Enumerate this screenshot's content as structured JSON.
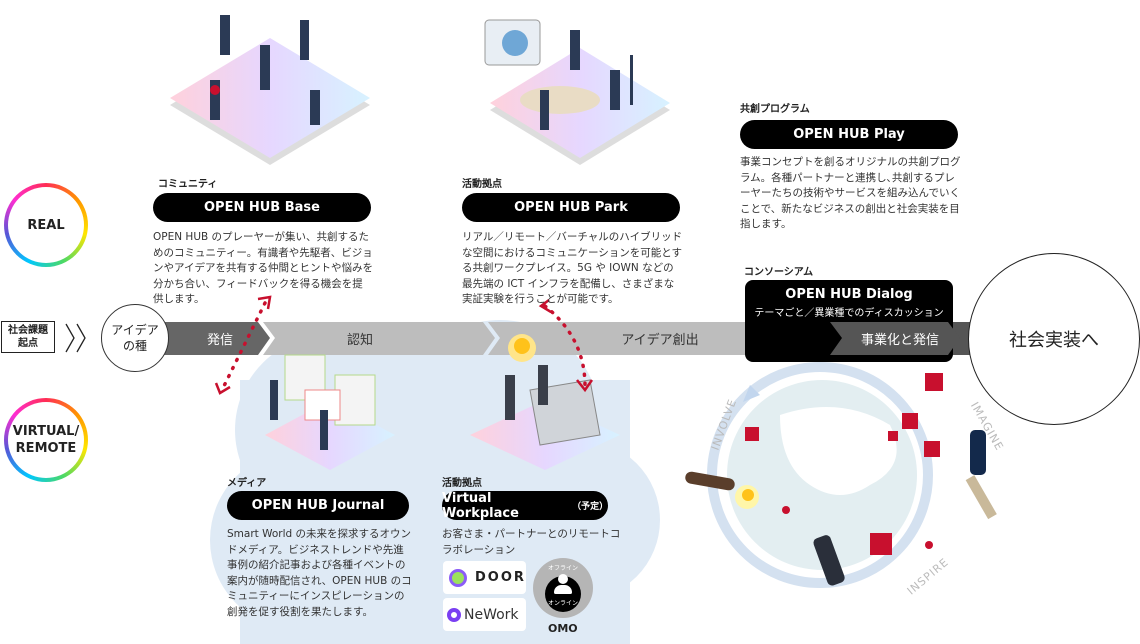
{
  "axes": {
    "real": "REAL",
    "virtual": "VIRTUAL/\nREMOTE"
  },
  "origin": {
    "label_line1": "社会課題",
    "label_line2": "起点"
  },
  "seed": {
    "line1": "アイデア",
    "line2": "の種"
  },
  "flow": [
    {
      "label": "発信",
      "color": "#666666"
    },
    {
      "label": "認知",
      "color": "#bdbdbd"
    },
    {
      "label": "アイデア創出",
      "color": "#bdbdbd"
    },
    {
      "label": "事業化と発信",
      "color": "#555555"
    }
  ],
  "goal": "社会実装へ",
  "base": {
    "category": "コミュニティ",
    "title": "OPEN HUB Base",
    "text": "OPEN HUB のプレーヤーが集い、共創するためのコミュニティー。有識者や先駆者、ビジョンやアイデアを共有する仲間とヒントや悩みを分かち合い、フィードバックを得る機会を提供します。"
  },
  "park": {
    "category": "活動拠点",
    "title": "OPEN HUB Park",
    "text": "リアル／リモート／バーチャルのハイブリッドな空間におけるコミュニケーションを可能とする共創ワークプレイス。5G や IOWN などの最先端の ICT インフラを配備し、さまざまな実証実験を行うことが可能です。"
  },
  "play": {
    "category": "共創プログラム",
    "title": "OPEN HUB Play",
    "text": "事業コンセプトを創るオリジナルの共創プログラム。各種パートナーと連携し､共創するプレーヤーたちの技術やサービスを組み込んでいくことで、新たなビジネスの創出と社会実装を目指します。"
  },
  "dialog": {
    "category": "コンソーシアム",
    "title": "OPEN HUB Dialog",
    "subtitle": "テーマごと／異業種でのディスカッション"
  },
  "journal": {
    "category": "メディア",
    "title": "OPEN HUB Journal",
    "text": "Smart World の未来を探求するオウンドメディア。ビジネストレンドや先進事例の紹介記事および各種イベントの案内が随時配信され、OPEN HUB のコミュニティーにインスピレーションの創発を促す役割を果たします。"
  },
  "workplace": {
    "category": "活動拠点",
    "title": "Virtual Workplace",
    "title_note": "（予定）",
    "text": "お客さま・パートナーとのリモートコラボレーション",
    "logos": [
      "DOOR",
      "NeWork"
    ],
    "omo": {
      "offline": "オフライン",
      "online": "オンライン",
      "label": "OMO"
    }
  },
  "globe": {
    "words": [
      "INVOLVE",
      "IMAGINE",
      "INSPIRE"
    ]
  },
  "colors": {
    "accent": "#c8102e",
    "cloud": "#dfeaf5"
  }
}
